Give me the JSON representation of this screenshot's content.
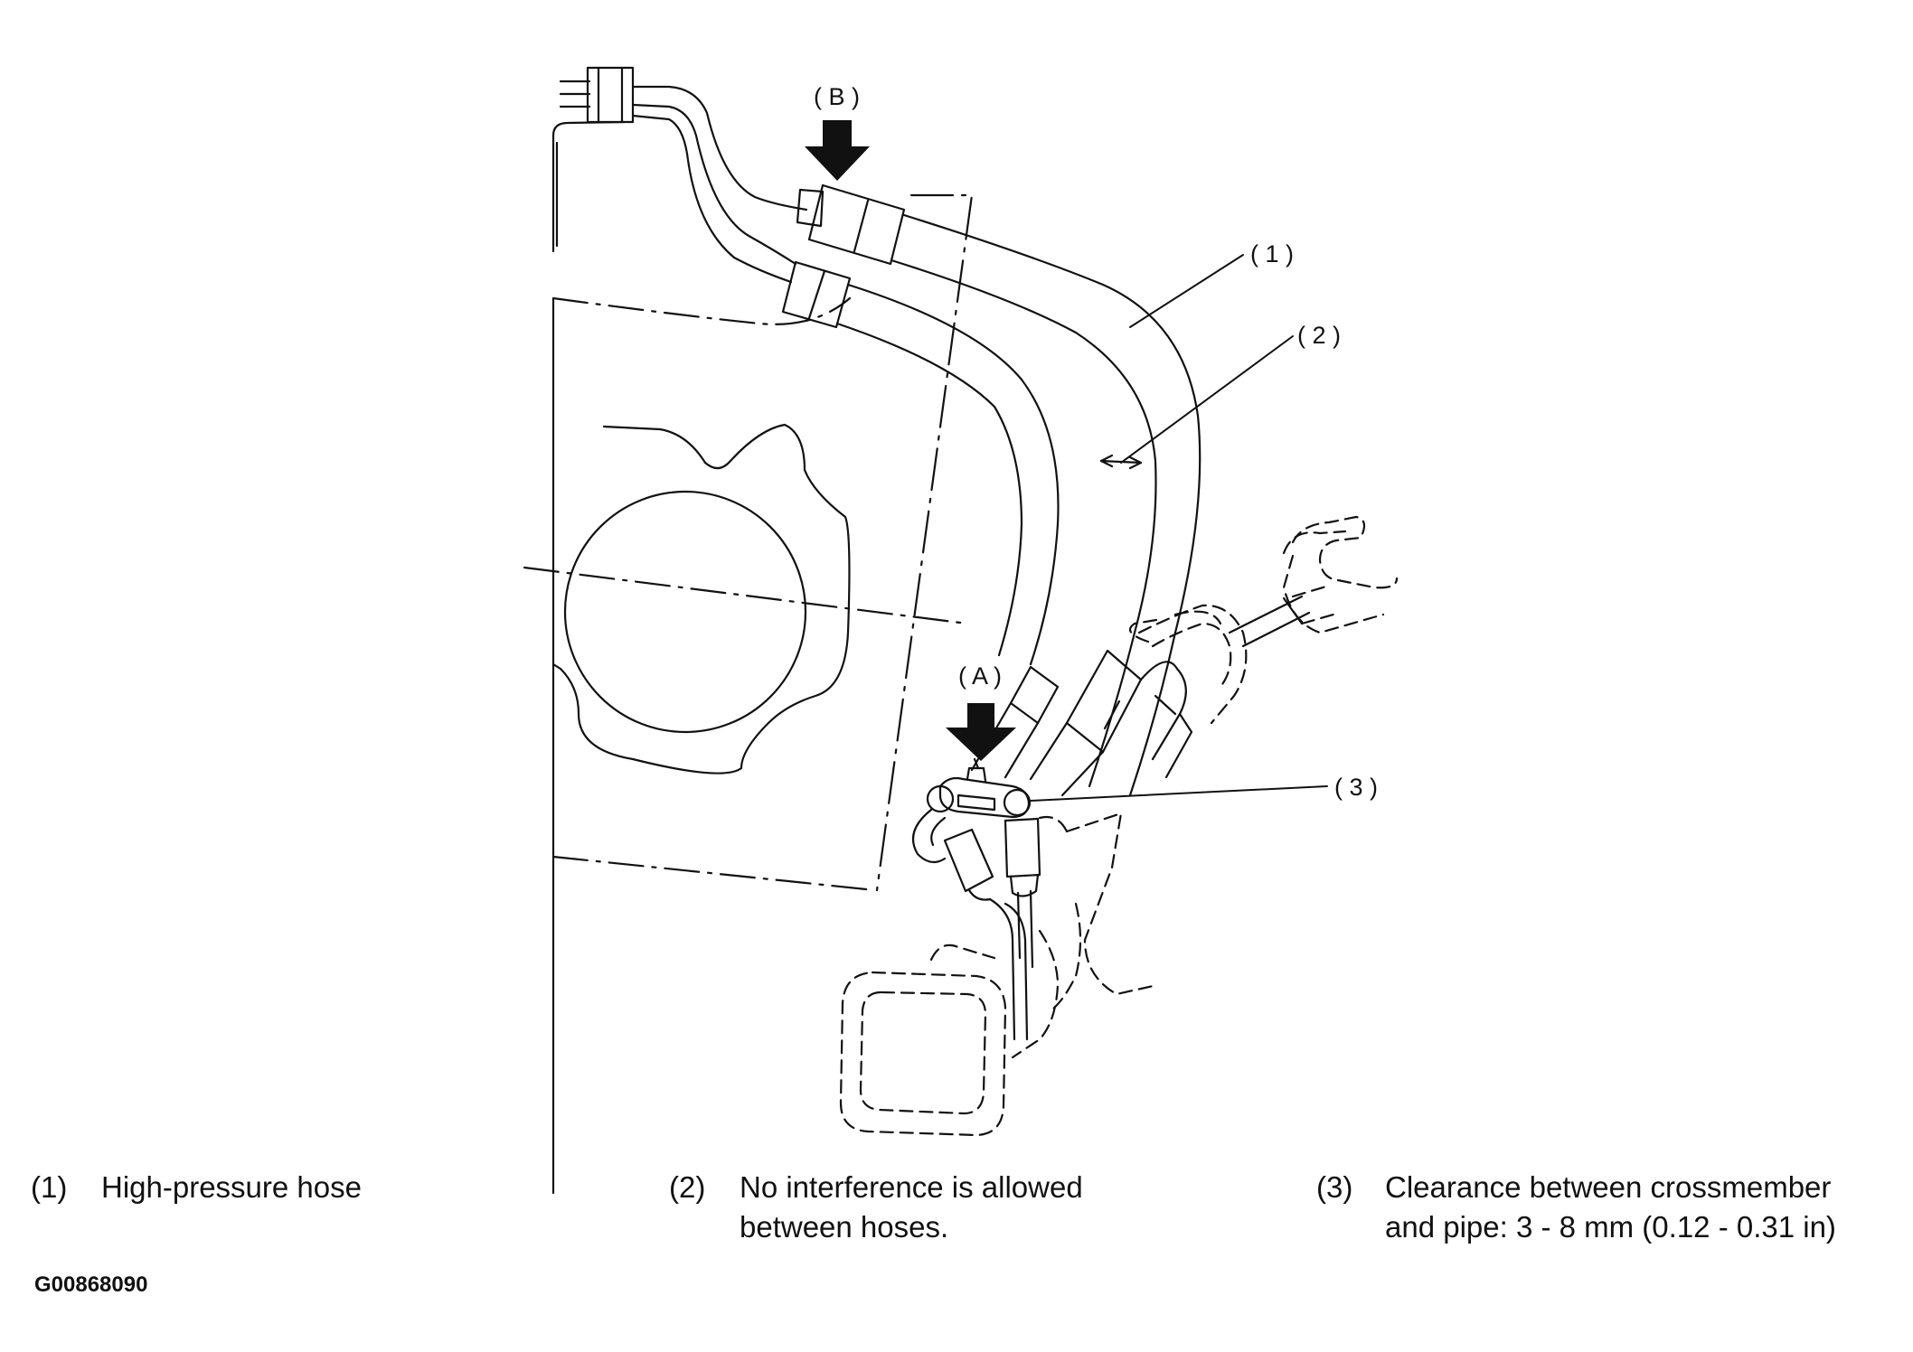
{
  "diagram": {
    "callouts": {
      "one": "( 1 )",
      "two": "( 2 )",
      "three": "( 3 )",
      "a": "( A )",
      "b": "( B )"
    }
  },
  "legend": [
    {
      "number": "(1)",
      "text_line1": "High-pressure hose",
      "text_line2": ""
    },
    {
      "number": "(2)",
      "text_line1": "No interference is allowed",
      "text_line2": "between hoses."
    },
    {
      "number": "(3)",
      "text_line1": "Clearance between crossmember",
      "text_line2": "and pipe: 3 - 8 mm (0.12 - 0.31 in)"
    }
  ],
  "figure_id": "G00868090",
  "colors": {
    "line": "#111111",
    "background": "#ffffff"
  }
}
